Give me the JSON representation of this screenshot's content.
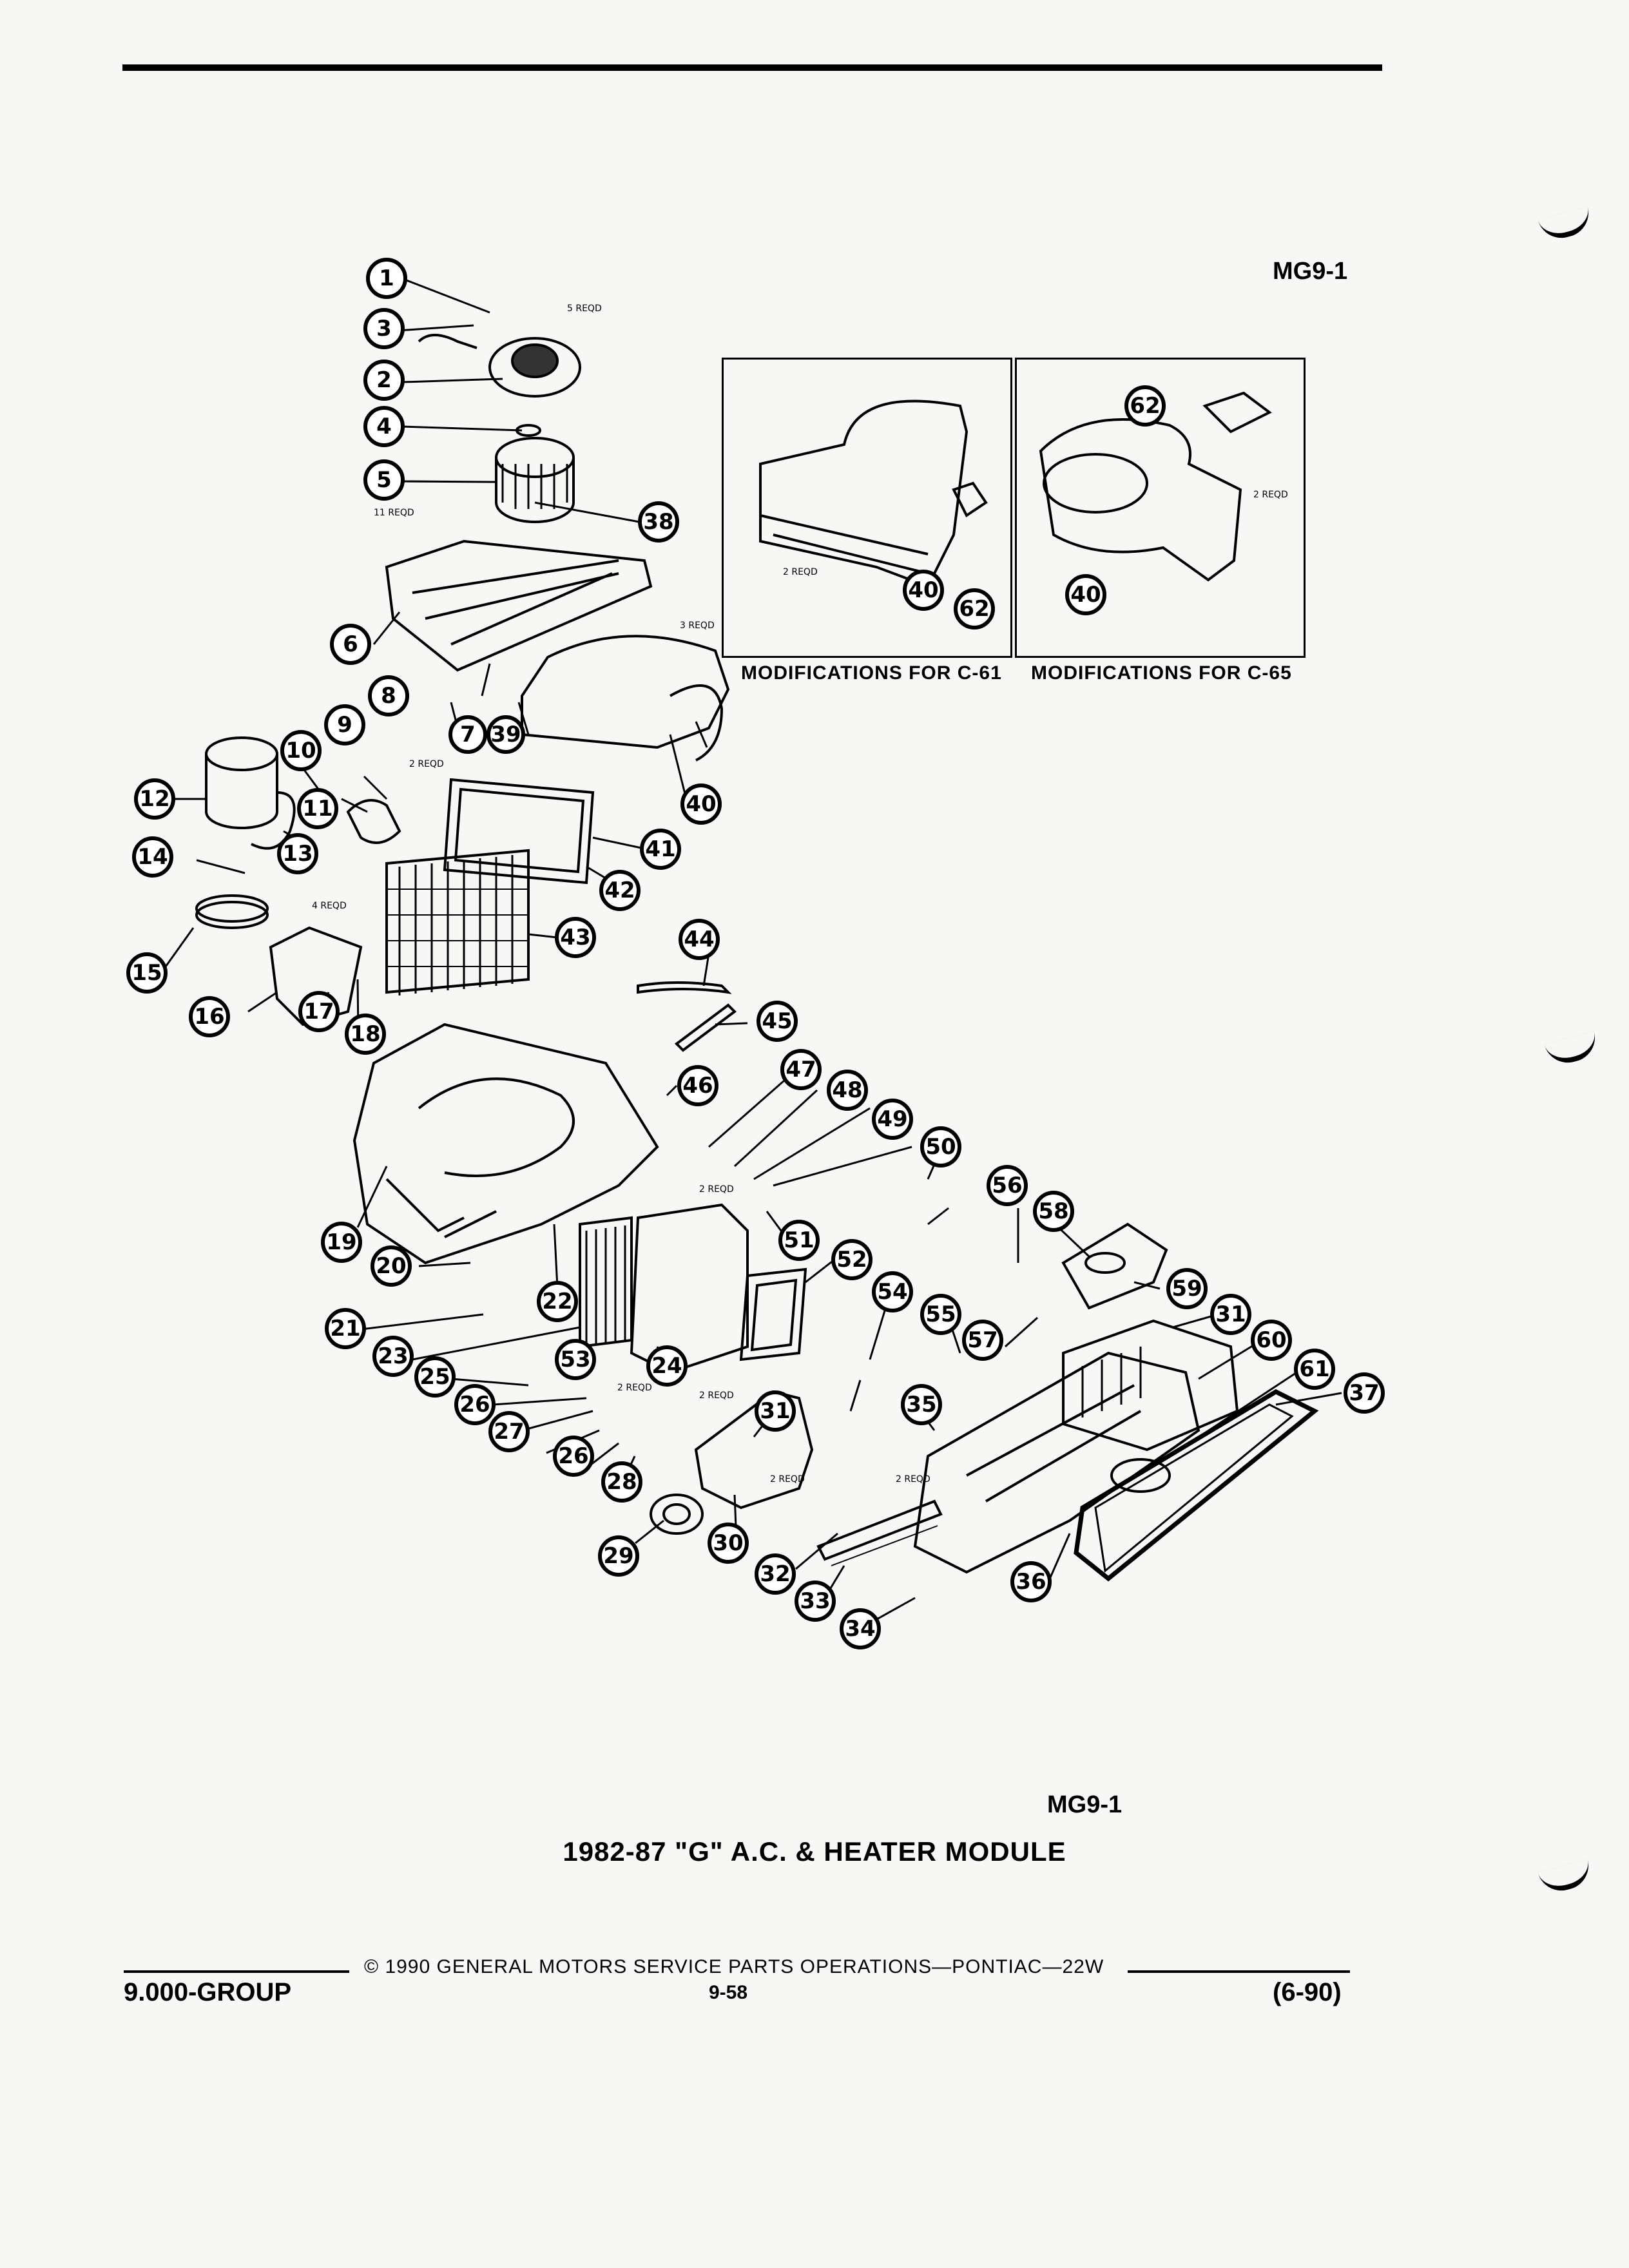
{
  "header": {
    "figure_code_top": "MG9-1"
  },
  "insets": {
    "c61": {
      "caption": "MODIFICATIONS FOR C-61",
      "callouts": [
        "40",
        "62"
      ],
      "note": "2 REQD"
    },
    "c65": {
      "caption": "MODIFICATIONS FOR C-65",
      "callouts": [
        "62",
        "40"
      ],
      "note": "2 REQD"
    }
  },
  "diagram": {
    "reqd_notes": [
      "5 REQD",
      "11 REQD",
      "3 REQD",
      "2 REQD",
      "4 REQD",
      "2 REQD",
      "2 REQD",
      "2 REQD",
      "2 REQD",
      "2 REQD"
    ],
    "callouts": [
      "1",
      "2",
      "3",
      "4",
      "5",
      "6",
      "7",
      "8",
      "9",
      "10",
      "11",
      "12",
      "13",
      "14",
      "15",
      "16",
      "17",
      "18",
      "19",
      "20",
      "21",
      "22",
      "23",
      "24",
      "25",
      "26",
      "26",
      "27",
      "28",
      "29",
      "30",
      "31",
      "31",
      "32",
      "33",
      "34",
      "35",
      "36",
      "37",
      "38",
      "39",
      "40",
      "41",
      "42",
      "43",
      "44",
      "45",
      "46",
      "47",
      "48",
      "49",
      "50",
      "51",
      "52",
      "53",
      "54",
      "55",
      "56",
      "57",
      "58",
      "59",
      "60",
      "61"
    ]
  },
  "figure_code_bottom": "MG9-1",
  "title": "1982-87 \"G\" A.C. & HEATER MODULE",
  "footer": {
    "copyright": "© 1990 GENERAL MOTORS SERVICE PARTS OPERATIONS—PONTIAC—22W",
    "group": "9.000-GROUP",
    "page": "9-58",
    "revision": "(6-90)"
  }
}
